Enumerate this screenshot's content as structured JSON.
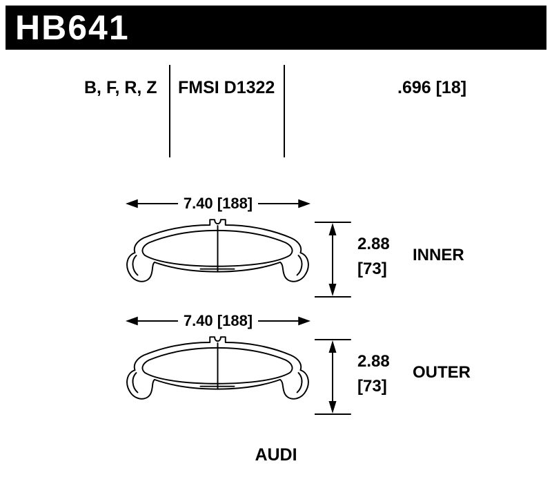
{
  "header": {
    "part_number": "HB641"
  },
  "specs": {
    "compounds": "B, F, R, Z",
    "fmsi": "FMSI D1322",
    "thickness": ".696 [18]"
  },
  "views": [
    {
      "position": "inner",
      "width_dim": "7.40 [188]",
      "height_in": "2.88",
      "height_mm": "[73]",
      "label": "INNER"
    },
    {
      "position": "outer",
      "width_dim": "7.40 [188]",
      "height_in": "2.88",
      "height_mm": "[73]",
      "label": "OUTER"
    }
  ],
  "footer": {
    "vehicle_make": "AUDI"
  },
  "colors": {
    "background": "#ffffff",
    "ink": "#000000",
    "header_bg": "#000000",
    "header_text": "#ffffff"
  }
}
